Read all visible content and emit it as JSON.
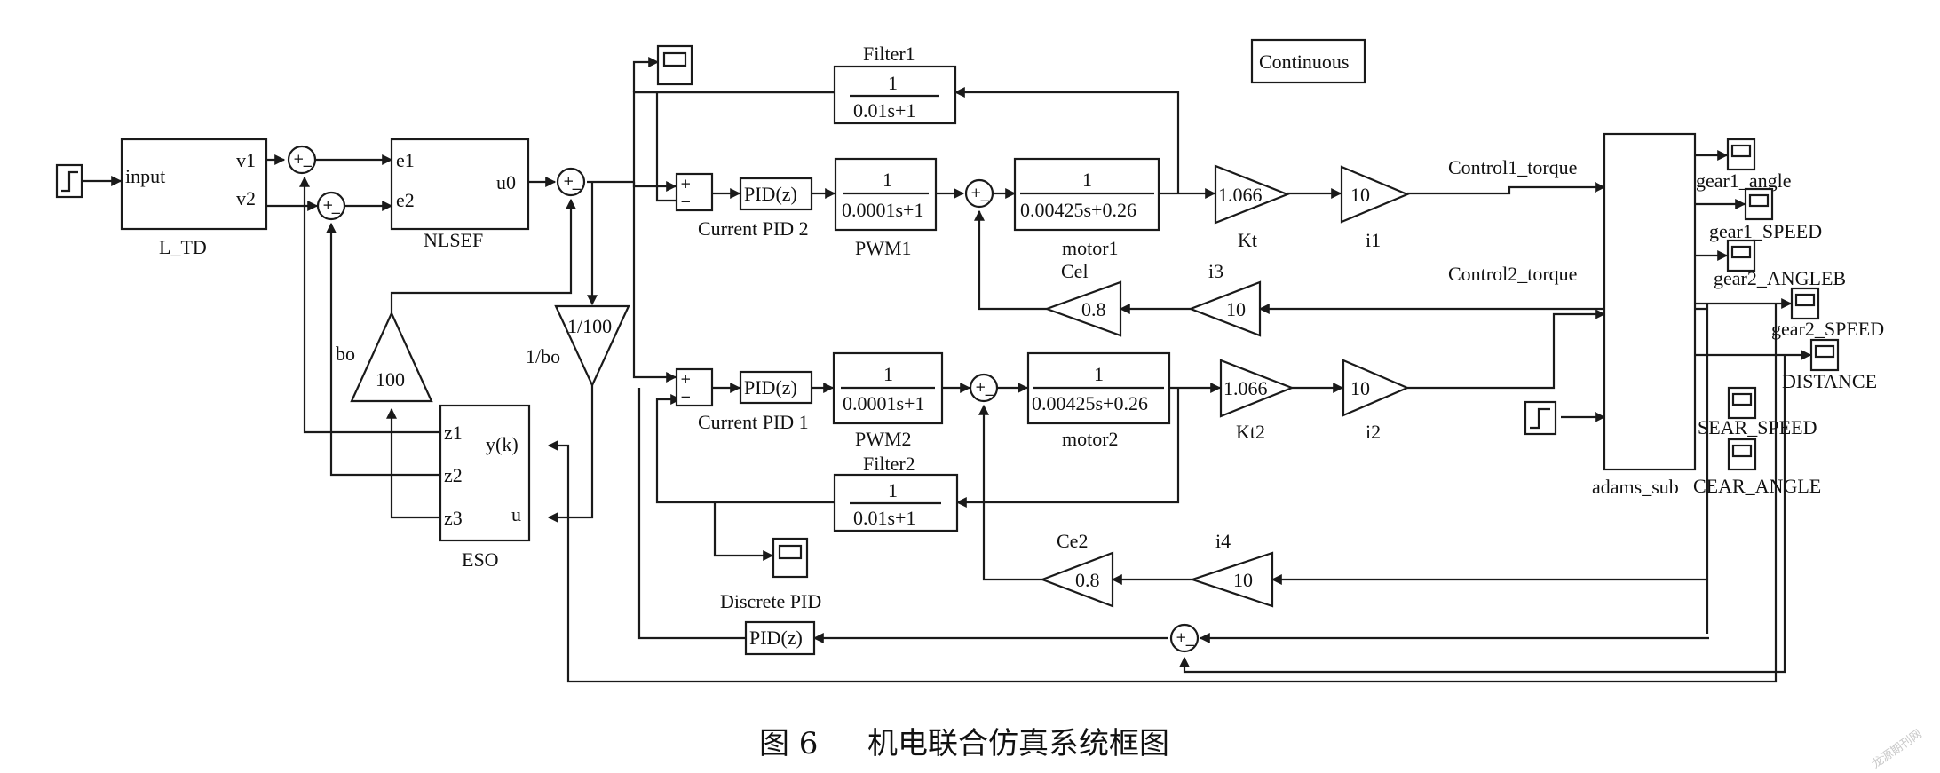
{
  "caption": {
    "figure": "图 6",
    "title": "机电联合仿真系统框图"
  },
  "watermark": "龙源期刊网",
  "solver": "Continuous",
  "blocks": {
    "ltd": {
      "name": "L_TD",
      "in": "input",
      "out1": "v1",
      "out2": "v2"
    },
    "nlsef": {
      "name": "NLSEF",
      "in1": "e1",
      "in2": "e2",
      "out": "u0"
    },
    "eso": {
      "name": "ESO",
      "p1": "z1",
      "p2": "z2",
      "p3": "z3",
      "in1": "y(k)",
      "in2": "u"
    },
    "gain_bo": {
      "value": "100",
      "label": "bo"
    },
    "gain_inv_bo": {
      "value": "1/100",
      "label": "1/bo"
    },
    "pid_current2": {
      "expr": "PID(z)",
      "name": "Current PID 2"
    },
    "pid_current1": {
      "expr": "PID(z)",
      "name": "Current PID 1"
    },
    "pid_discrete": {
      "expr": "PID(z)",
      "name": "Discrete PID"
    },
    "pwm1": {
      "num": "1",
      "den": "0.0001s+1",
      "name": "PWM1"
    },
    "pwm2": {
      "num": "1",
      "den": "0.0001s+1",
      "name": "PWM2"
    },
    "motor1": {
      "num": "1",
      "den": "0.00425s+0.26",
      "name": "motor1"
    },
    "motor2": {
      "num": "1",
      "den": "0.00425s+0.26",
      "name": "motor2"
    },
    "filter1": {
      "num": "1",
      "den": "0.01s+1",
      "name": "Filter1"
    },
    "filter2": {
      "num": "1",
      "den": "0.01s+1",
      "name": "Filter2"
    },
    "kt": {
      "value": "1.066",
      "name": "Kt"
    },
    "kt2": {
      "value": "1.066",
      "name": "Kt2"
    },
    "i1": {
      "value": "10",
      "name": "i1"
    },
    "i2": {
      "value": "10",
      "name": "i2"
    },
    "i3": {
      "value": "10",
      "name": "i3"
    },
    "i4": {
      "value": "10",
      "name": "i4"
    },
    "ce1": {
      "value": "0.8",
      "name": "Cel"
    },
    "ce2": {
      "value": "0.8",
      "name": "Ce2"
    },
    "adams": {
      "name": "adams_sub"
    }
  },
  "signals": {
    "control1": "Control1_torque",
    "control2": "Control2_torque"
  },
  "scopes": {
    "gear1_angle": "gear1_angle",
    "gear1_speed": "gear1_SPEED",
    "gear2_angle": "gear2_ANGLEB",
    "gear2_speed": "gear2_SPEED",
    "distance": "DISTANCE",
    "gear_speed": "SEAR_SPEED",
    "gear_angle": "CEAR_ANGLE"
  },
  "sum_signs": {
    "plus": "+",
    "minus": "−"
  }
}
